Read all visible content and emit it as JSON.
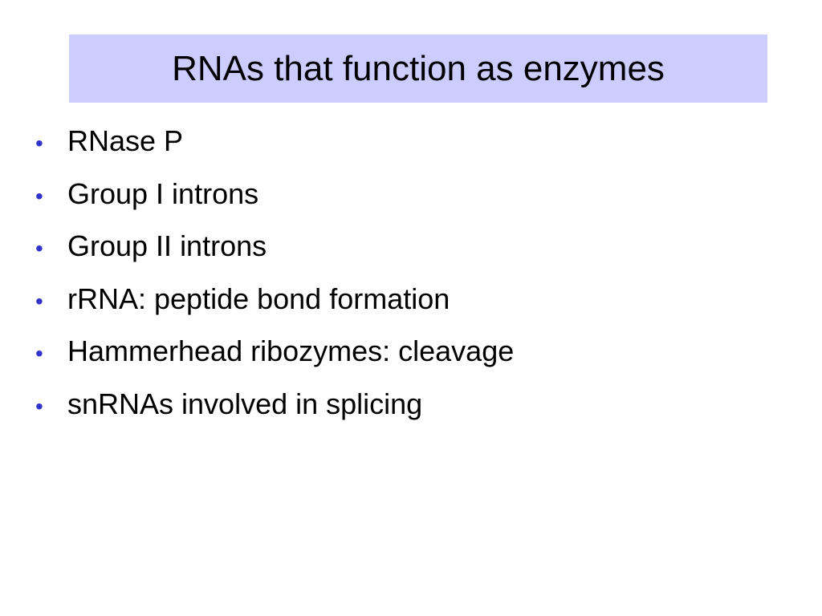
{
  "slide": {
    "title": "RNAs that function as enzymes",
    "bullet_symbol": "•",
    "bullet_color": "#3333cc",
    "title_bg_color": "#ccccff",
    "bullets": [
      "RNase P",
      "Group I introns",
      "Group II introns",
      "rRNA: peptide bond formation",
      "Hammerhead ribozymes: cleavage",
      "snRNAs involved in splicing"
    ]
  }
}
